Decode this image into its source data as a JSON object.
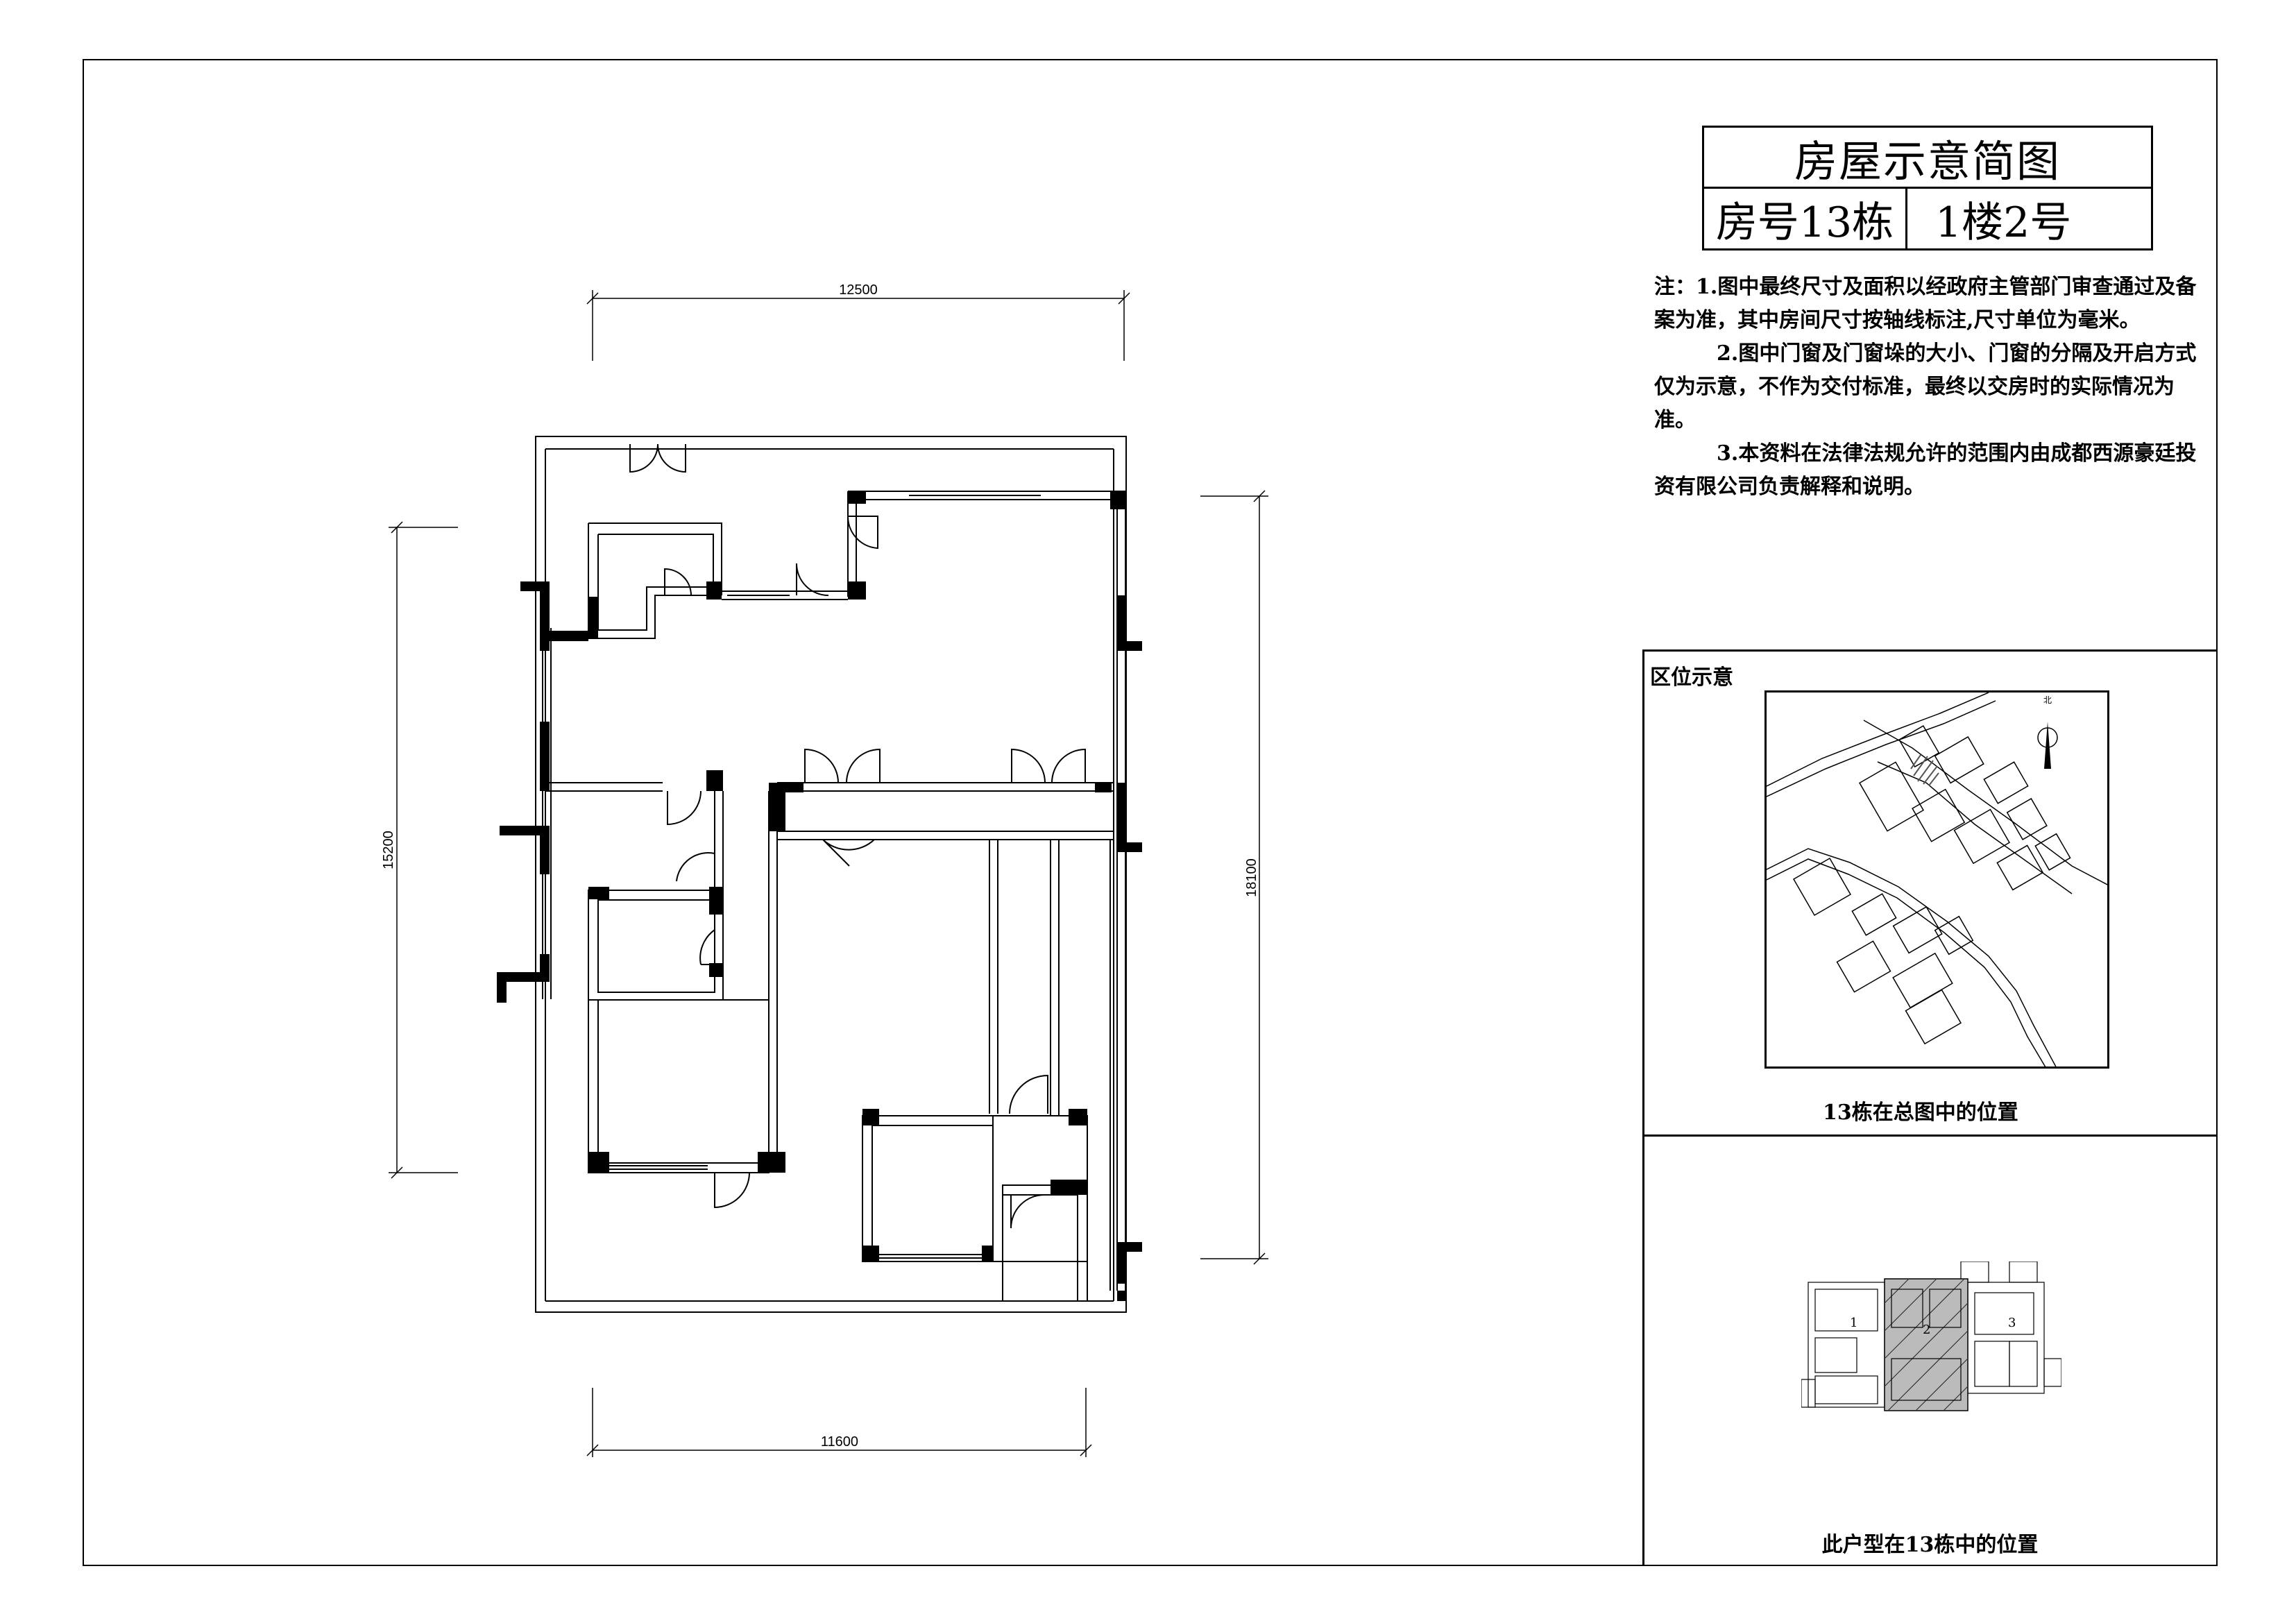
{
  "title_block": {
    "title": "房屋示意简图",
    "room_label": "房号13栋",
    "room_value": "1楼2号"
  },
  "notes": {
    "line1": "注：1.图中最终尺寸及面积以经政府主管部门审查通过及备案为准，其中房间尺寸按轴线标注,尺寸单位为毫米。",
    "line2": "2.图中门窗及门窗垛的大小、门窗的分隔及开启方式仅为示意，不作为交付标准，最终以交房时的实际情况为准。",
    "line3": "3.本资料在法律法规允许的范围内由成都西源豪廷投资有限公司负责解释和说明。"
  },
  "location": {
    "section_title": "区位示意",
    "map_caption": "13栋在总图中的位置",
    "north_label": "北",
    "unit_caption": "此户型在13栋中的位置",
    "unit_numbers": [
      "1",
      "2",
      "3"
    ]
  },
  "dimensions": {
    "top": "12500",
    "bottom": "11600",
    "left": "15200",
    "right": "18100"
  },
  "colors": {
    "line": "#000000",
    "background": "#ffffff",
    "highlight_hatch": "#555555"
  }
}
